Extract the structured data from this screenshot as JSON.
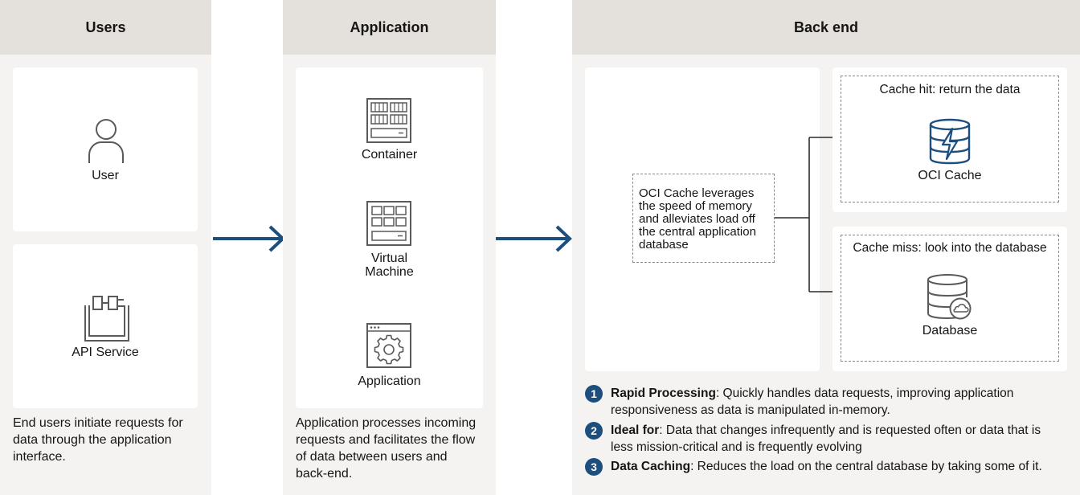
{
  "columns": {
    "users": {
      "title": "Users",
      "cards": [
        {
          "label": "User",
          "icon": "user-icon"
        },
        {
          "label": "API Service",
          "icon": "api-service-icon"
        }
      ],
      "description": [
        "End users initiate requests for",
        "data through the application",
        "interface."
      ]
    },
    "application": {
      "title": "Application",
      "items": [
        {
          "label": "Container",
          "icon": "container-icon"
        },
        {
          "label_lines": [
            "Virtual",
            "Machine"
          ],
          "icon": "virtual-machine-icon"
        },
        {
          "label": "Application",
          "icon": "application-icon"
        }
      ],
      "description": [
        "Application processes incoming",
        "requests and facilitates the flow",
        "of data between users and",
        "back-end."
      ]
    },
    "backend": {
      "title": "Back end",
      "note": [
        "OCI Cache leverages",
        "the speed of memory",
        "and alleviates load off",
        "the central application",
        "database"
      ],
      "hit": {
        "caption": "Cache hit: return the data",
        "label": "OCI Cache",
        "icon": "oci-cache-icon"
      },
      "miss": {
        "caption": "Cache miss: look into the database",
        "label": "Database",
        "icon": "database-icon"
      },
      "list": [
        {
          "num": "1",
          "term": "Rapid Processing",
          "text_lines": [
            ": Quickly handles data requests, improving application",
            "responsiveness as data is manipulated in-memory."
          ]
        },
        {
          "num": "2",
          "term": "Ideal for",
          "text_lines": [
            ": Data that changes infrequently and is requested often or data that is",
            "less mission-critical and is frequently evolving"
          ]
        },
        {
          "num": "3",
          "term": "Data Caching",
          "text_lines": [
            ": Reduces the load on the central database by taking some of it."
          ]
        }
      ]
    }
  },
  "colors": {
    "accent": "#1c4e7e",
    "header_bg": "#e4e1dc",
    "panel_bg": "#f4f3f1",
    "icon_stroke": "#5a5a5a"
  }
}
